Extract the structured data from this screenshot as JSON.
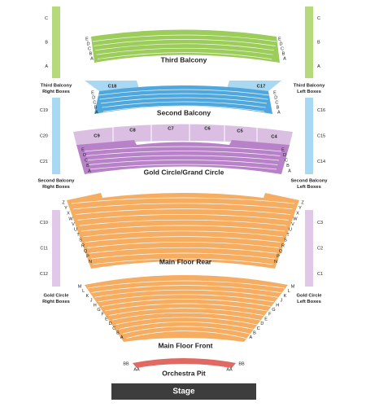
{
  "colors": {
    "third_balcony": "#9ccc5a",
    "third_balcony_box": "#b5d97b",
    "second_balcony": "#4ea7dd",
    "second_balcony_box": "#a8d8f2",
    "gold_circle": "#b882c9",
    "gold_circle_upper": "#dbbfe3",
    "gold_circle_box": "#e1c8e8",
    "main_floor": "#f5ad62",
    "orchestra_pit": "#e06a62",
    "stage": "#3d3d3d"
  },
  "sections": {
    "third_balcony": "Third Balcony",
    "second_balcony": "Second Balcony",
    "gold_circle": "Gold Circle/Grand Circle",
    "main_floor_rear": "Main Floor Rear",
    "main_floor_front": "Main Floor Front",
    "orchestra_pit": "Orchestra Pit",
    "stage": "Stage"
  },
  "side_boxes": {
    "third_balcony_right": {
      "caption": [
        "Third Balcony",
        "Right Boxes"
      ],
      "labels": [
        "C",
        "B",
        "A"
      ]
    },
    "third_balcony_left": {
      "caption": [
        "Third Balcony",
        "Left Boxes"
      ],
      "labels": [
        "C",
        "B",
        "A"
      ]
    },
    "second_balcony_right": {
      "caption": [
        "Second Balcony",
        "Right Boxes"
      ],
      "labels": [
        "C19",
        "C20",
        "C21"
      ]
    },
    "second_balcony_left": {
      "caption": [
        "Second Balcony",
        "Left Boxes"
      ],
      "labels": [
        "C16",
        "C15",
        "C14"
      ]
    },
    "gold_circle_right": {
      "caption": [
        "Gold Circle",
        "Right Boxes"
      ],
      "labels": [
        "C10",
        "C11",
        "C12"
      ]
    },
    "gold_circle_left": {
      "caption": [
        "Gold Circle",
        "Left Boxes"
      ],
      "labels": [
        "C3",
        "C2",
        "C1"
      ]
    }
  },
  "second_balcony_boxes": [
    "C18",
    "C17"
  ],
  "gold_circle_boxes": [
    "C9",
    "C8",
    "C7",
    "C6",
    "C5",
    "C4"
  ],
  "rows": {
    "third_balcony": [
      "E",
      "D",
      "C",
      "B",
      "A"
    ],
    "second_balcony": [
      "E",
      "D",
      "C",
      "B",
      "A"
    ],
    "gold_circle": [
      "E",
      "D",
      "C",
      "B",
      "A"
    ],
    "main_floor_rear": [
      "Z",
      "Y",
      "X",
      "W",
      "V",
      "U",
      "T",
      "S",
      "R",
      "Q",
      "P",
      "N"
    ],
    "main_floor_front": [
      "M",
      "L",
      "K",
      "J",
      "H",
      "G",
      "F",
      "E",
      "D",
      "C",
      "B",
      "A"
    ],
    "orchestra_pit": [
      "BB",
      "AA"
    ]
  }
}
